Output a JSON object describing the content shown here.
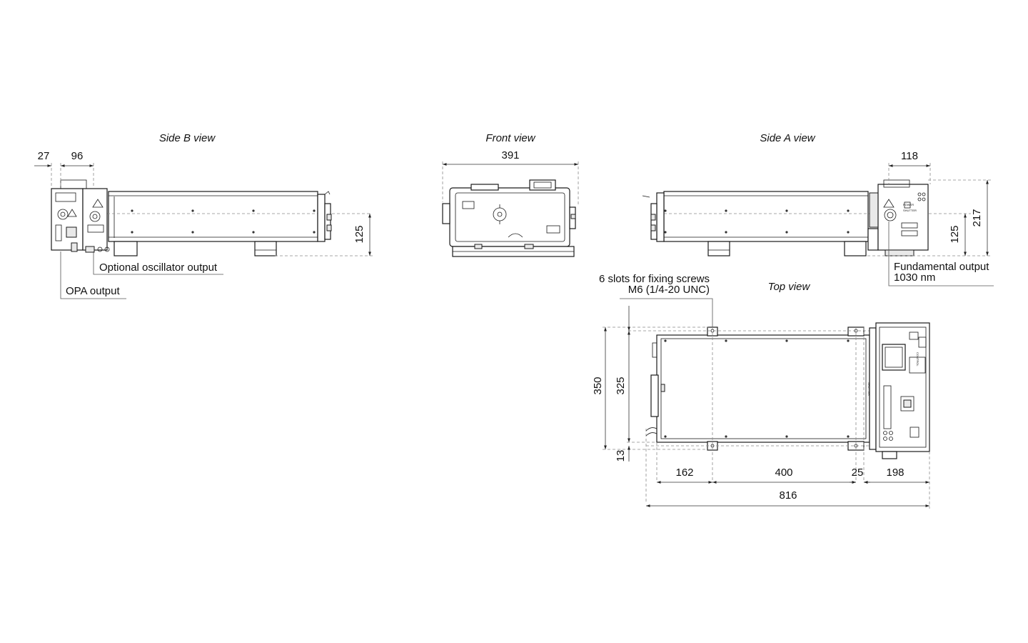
{
  "views": {
    "side_b": "Side B view",
    "front": "Front view",
    "side_a": "Side A view",
    "top": "Top view"
  },
  "dimensions": {
    "side_b_27": "27",
    "side_b_96": "96",
    "side_b_125": "125",
    "front_391": "391",
    "side_a_118": "118",
    "side_a_125": "125",
    "side_a_217": "217",
    "top_350": "350",
    "top_325": "325",
    "top_13": "13",
    "top_162": "162",
    "top_400": "400",
    "top_25": "25",
    "top_198": "198",
    "top_816": "816"
  },
  "callouts": {
    "optional_osc": "Optional oscillator output",
    "opa": "OPA output",
    "slots_line1": "6 slots for fixing screws",
    "slots_line2": "M6 (1/4-20 UNC)",
    "fund_line1": "Fundamental output",
    "fund_line2": "1030 nm"
  },
  "panel_labels": {
    "shutter": "SHUTTER",
    "power": "POWER",
    "control": "CONTROL"
  }
}
